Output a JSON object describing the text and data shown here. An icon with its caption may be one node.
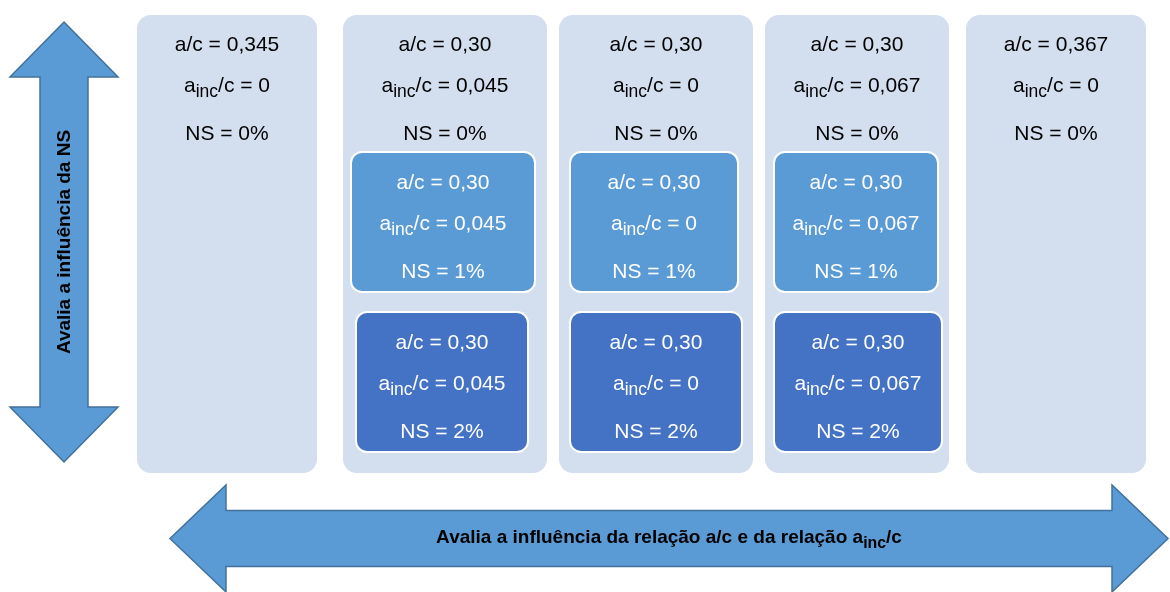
{
  "diagram": {
    "nodes": [
      {
        "text": [
          "Avalia a influência da NS"
        ]
      },
      {
        "text": [
          "a/c = 0,345",
          "a$_{inc}$/c = 0",
          "NS = 0%"
        ]
      },
      {
        "text": [
          "a/c = 0,30",
          "a$_{inc}$/c = 0,045",
          "NS = 0%"
        ]
      },
      {
        "text": [
          "a/c = 0,30",
          "a$_{inc}$/c = 0,045",
          "NS = 1%"
        ],
        "in": 2
      },
      {
        "text": [
          "a/c = 0,30",
          "a$_{inc}$/c = 0,045",
          "NS = 2%"
        ],
        "in": 2
      },
      {
        "text": [
          "a/c = 0,30",
          "a$_{inc}$/c = 0",
          "NS = 0%"
        ]
      },
      {
        "text": [
          "a/c = 0,30",
          "a$_{inc}$/c = 0",
          "NS = 1%"
        ],
        "in": 5
      },
      {
        "text": [
          "a/c = 0,30",
          "a$_{inc}$/c = 0",
          "NS = 2%"
        ],
        "in": 5
      },
      {
        "text": [
          "a/c = 0,30",
          "a$_{inc}$/c = 0,067",
          "NS = 0%"
        ]
      },
      {
        "text": [
          "a/c = 0,30",
          "a$_{inc}$/c = 0,067",
          "NS = 1%"
        ],
        "in": 8
      },
      {
        "text": [
          "a/c = 0,30",
          "a$_{inc}$/c = 0,067",
          "NS = 2%"
        ],
        "in": 8
      },
      {
        "text": [
          "a/c = 0,367",
          "a$_{inc}$/c = 0",
          "NS = 0%"
        ]
      },
      {
        "text": [
          "Avalia a influência da relação a/c e da relação a$_{inc}$/c"
        ]
      }
    ]
  }
}
